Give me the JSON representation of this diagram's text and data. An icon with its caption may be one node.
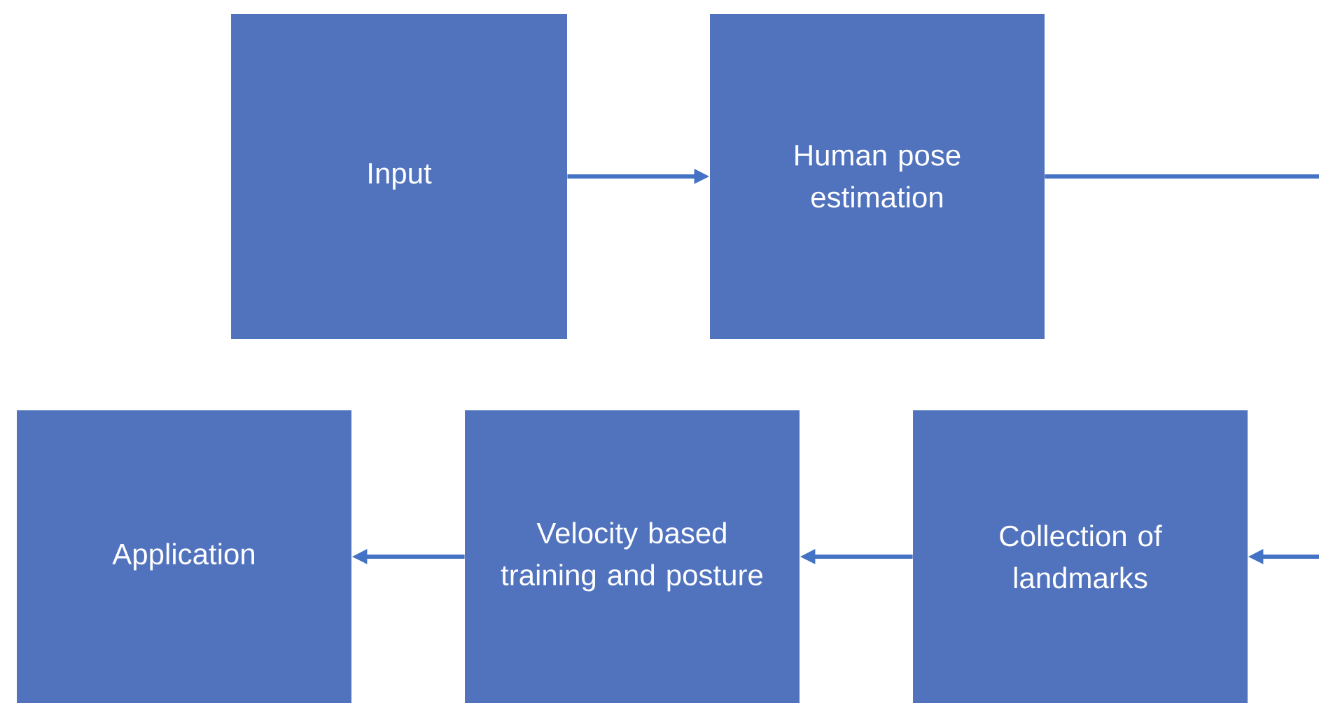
{
  "diagram": {
    "nodes": [
      {
        "text": [
          "Input"
        ]
      },
      {
        "text": [
          "Human pose estimation"
        ]
      },
      {
        "text": [
          "Collection of landmarks"
        ]
      },
      {
        "text": [
          "Velocity based training and posture"
        ]
      },
      {
        "text": [
          "Application"
        ]
      }
    ],
    "edges": [
      {
        "from": 0,
        "to": 1,
        "arrow": "to"
      },
      {
        "from": 1,
        "to": 2,
        "arrow": "to"
      },
      {
        "from": 2,
        "to": 3,
        "arrow": "to"
      },
      {
        "from": 3,
        "to": 4,
        "arrow": "to"
      }
    ]
  }
}
